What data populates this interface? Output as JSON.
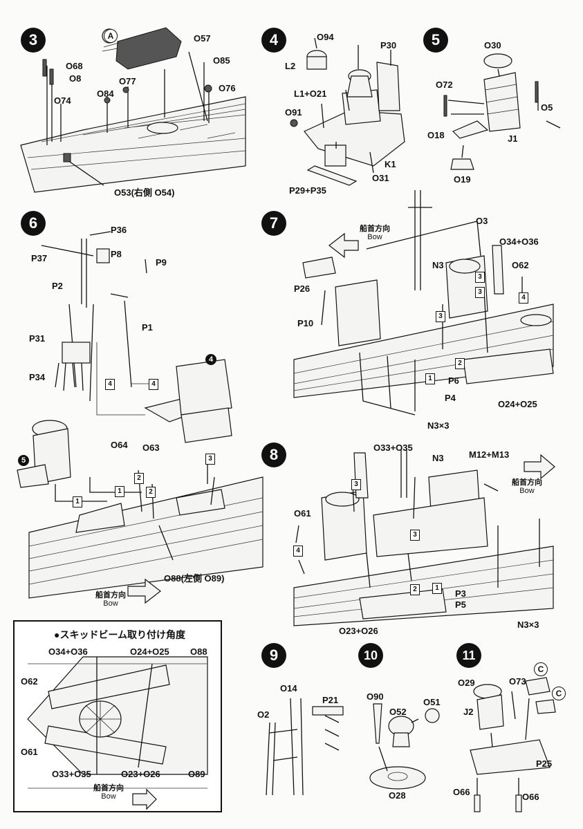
{
  "steps": [
    {
      "number": "3",
      "parts": [
        "O68",
        "O8",
        "O74",
        "O84",
        "O77",
        "O57",
        "O85",
        "O76",
        "O53(右側 O54)"
      ],
      "subassembly": "A"
    },
    {
      "number": "4",
      "parts": [
        "O94",
        "L2",
        "P30",
        "L1+O21",
        "O91",
        "K1",
        "O31",
        "P29+P35"
      ]
    },
    {
      "number": "5",
      "parts": [
        "O30",
        "O72",
        "O5",
        "O18",
        "J1",
        "O19"
      ]
    },
    {
      "number": "6",
      "parts": [
        "P36",
        "P37",
        "P8",
        "P9",
        "P2",
        "P1",
        "P31",
        "P34",
        "O64",
        "O63",
        "O88(左側 O89)"
      ],
      "refs": [
        "4",
        "5"
      ],
      "boxes": [
        "4",
        "4",
        "3",
        "1",
        "1",
        "2",
        "2"
      ]
    },
    {
      "number": "7",
      "parts": [
        "O3",
        "O34+O36",
        "N3",
        "O62",
        "P26",
        "P10",
        "P6",
        "P4",
        "O24+O25",
        "N3×3"
      ],
      "boxes": [
        "3",
        "3",
        "3",
        "4",
        "1",
        "2"
      ]
    },
    {
      "number": "8",
      "parts": [
        "O33+O35",
        "N3",
        "M12+M13",
        "O61",
        "P3",
        "P5",
        "O23+O26",
        "N3×3"
      ],
      "boxes": [
        "3",
        "3",
        "4",
        "2",
        "1"
      ]
    },
    {
      "number": "9",
      "parts": [
        "O14",
        "P21",
        "O2"
      ]
    },
    {
      "number": "10",
      "parts": [
        "O90",
        "O51",
        "O52",
        "O28"
      ]
    },
    {
      "number": "11",
      "parts": [
        "O29",
        "O73",
        "J2",
        "P25",
        "O66",
        "O66"
      ],
      "subassembly": "C"
    }
  ],
  "inset": {
    "title": "●スキッドビーム取り付け角度",
    "parts": [
      "O34+O36",
      "O24+O25",
      "O88",
      "O62",
      "O61",
      "O33+O35",
      "O23+O26",
      "O89"
    ]
  },
  "bow": {
    "jp": "船首方向",
    "en": "Bow"
  }
}
